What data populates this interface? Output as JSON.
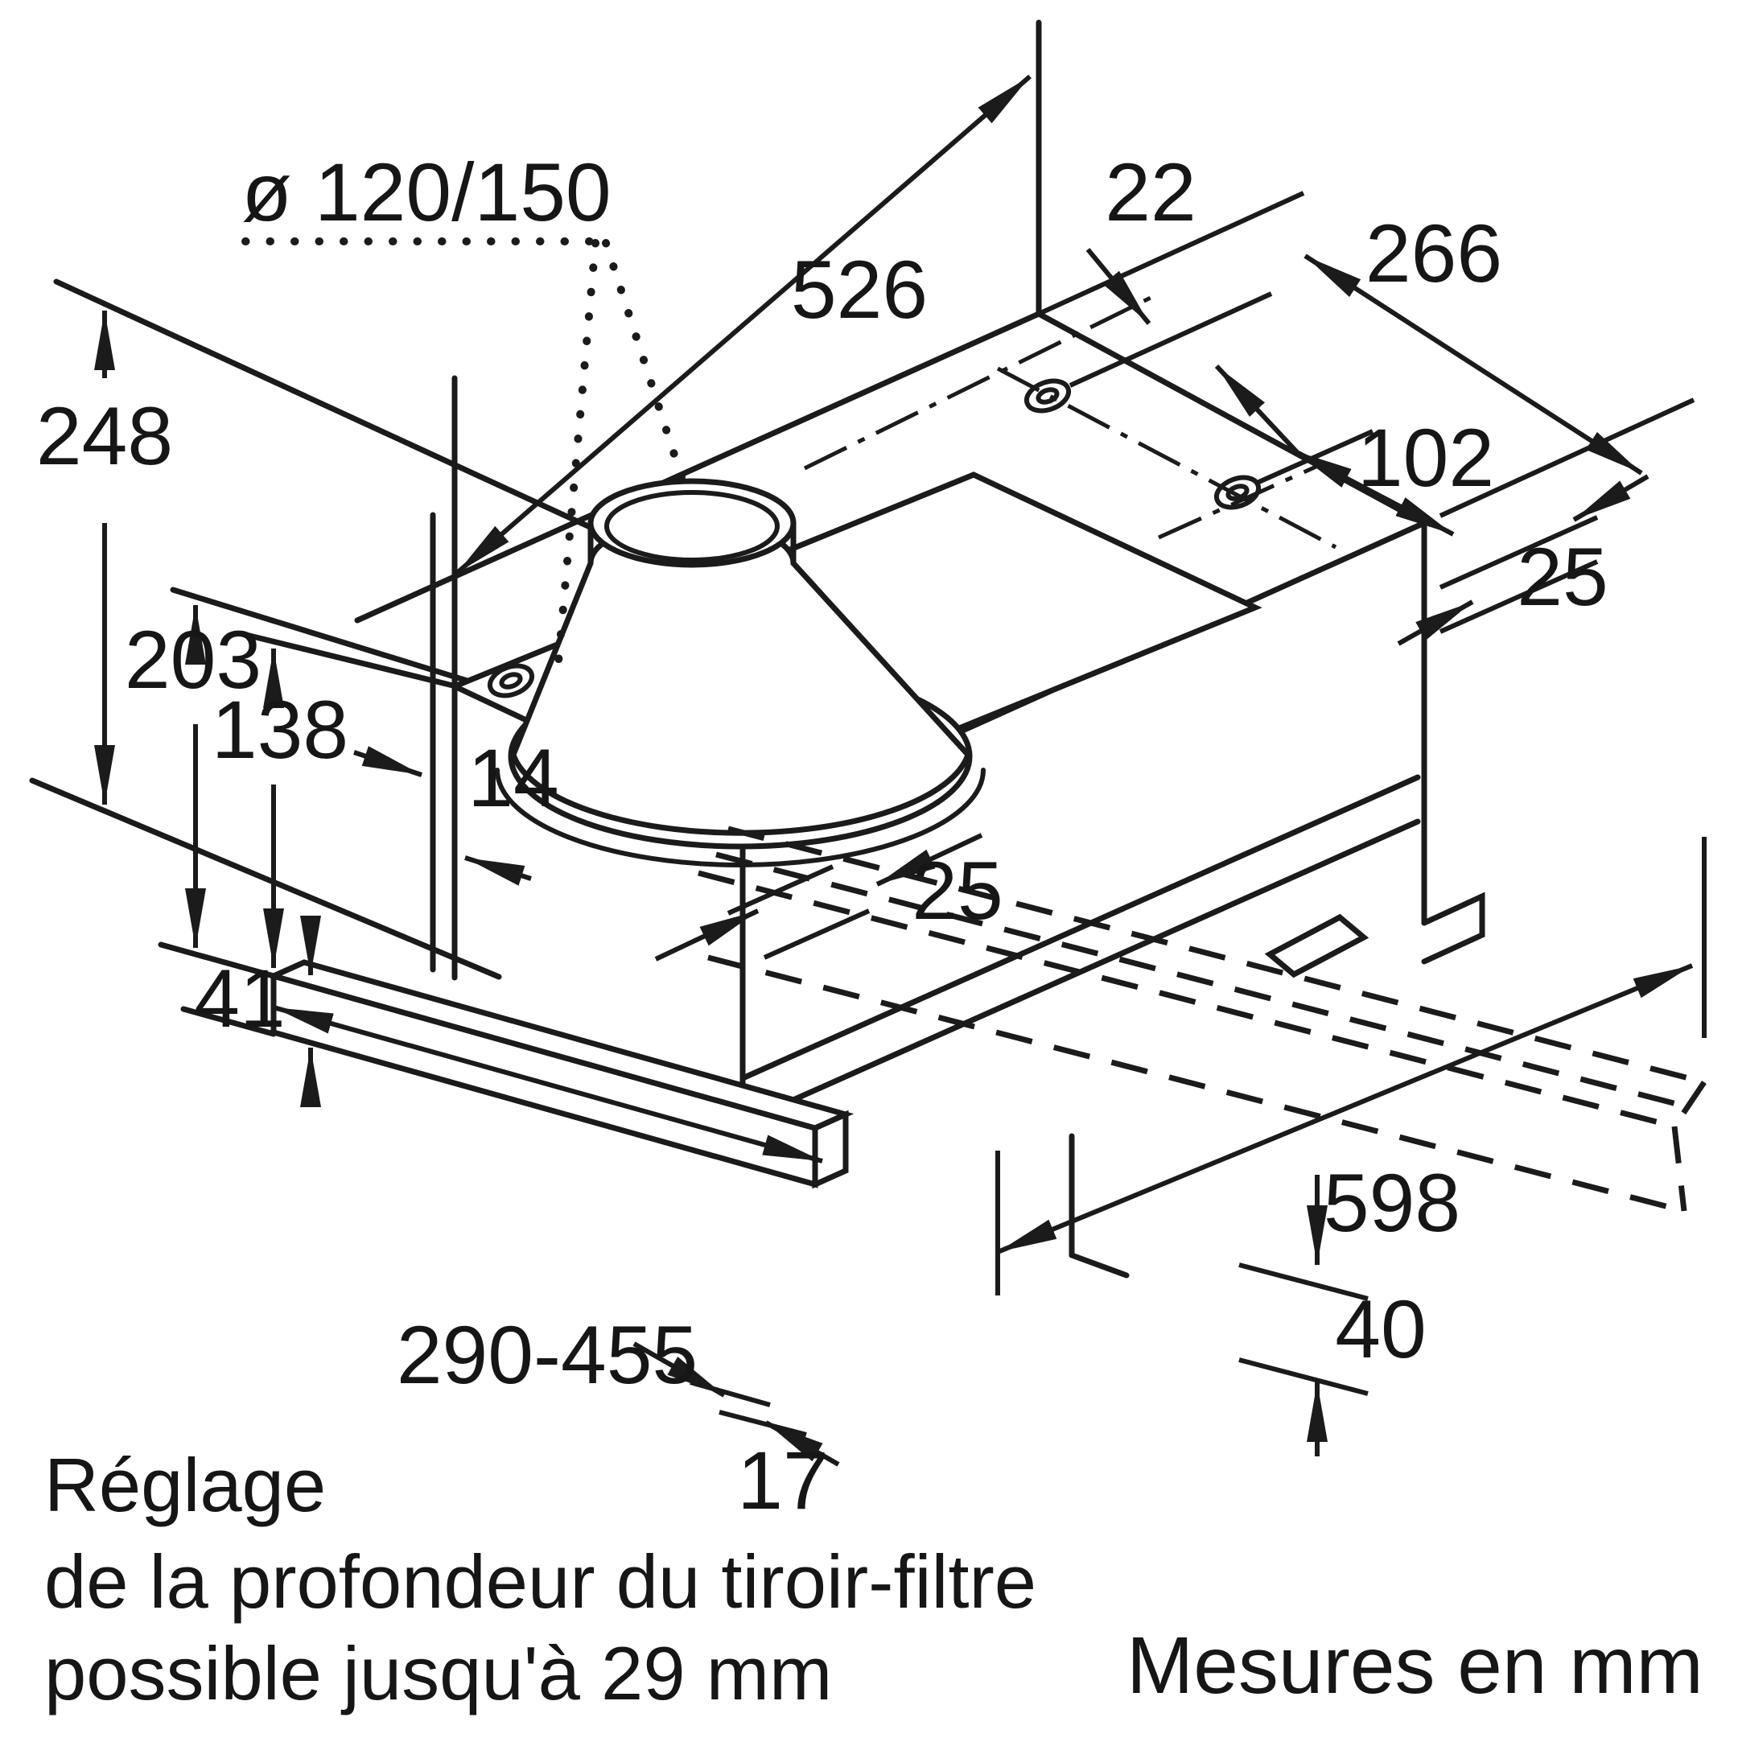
{
  "labels": {
    "duct_diameter": "ø 120/150",
    "niche_depth": "526",
    "hole_offset_back": "22",
    "top_depth": "266",
    "hole_offset_front": "102",
    "right_edge_lip": "25",
    "total_height": "248",
    "duct_height": "203",
    "body_height": "138",
    "panel_thickness": "14",
    "front_lip": "25",
    "bar_height": "41",
    "bar_length_range": "290-455",
    "gap": "17",
    "drawer_width": "598",
    "drawer_front_height": "40"
  },
  "notes": {
    "line1": "Réglage",
    "line2": "de la profondeur du tiroir-filtre",
    "line3": "possible jusqu'à 29 mm"
  },
  "footer": {
    "units": "Mesures en mm"
  },
  "colors": {
    "line": "#1b1b1b",
    "background": "#ffffff"
  }
}
